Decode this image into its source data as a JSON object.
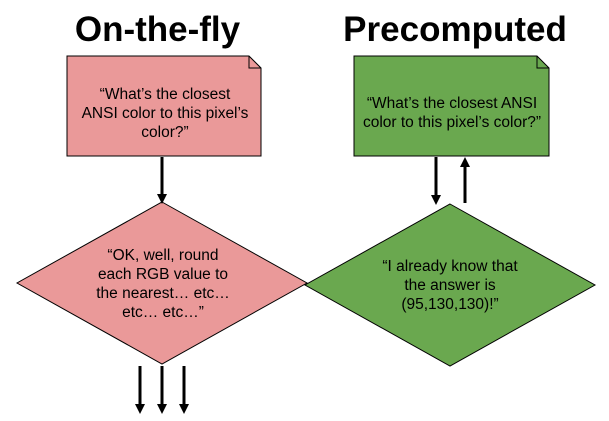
{
  "left_column": {
    "heading": "On-the-fly",
    "note_text": "“What’s the closest ANSI color to this pixel’s color?”",
    "decision_text": "“OK, well, round each RGB value to the nearest… etc… etc… etc…”",
    "note_fill": "#ea9999",
    "decision_fill": "#ea9999"
  },
  "right_column": {
    "heading": "Precomputed",
    "note_text": "“What’s the closest ANSI color to this pixel’s color?”",
    "decision_text": "“I already know that the answer is (95,130,130)!”",
    "note_fill": "#6aa84f",
    "decision_fill": "#6aa84f"
  },
  "stroke_color": "#000000"
}
